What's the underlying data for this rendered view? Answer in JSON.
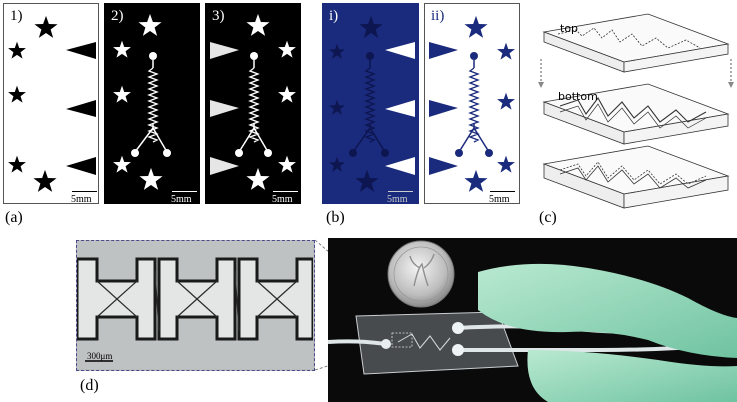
{
  "panel_a": {
    "label": "(a)",
    "sublabels": [
      "1)",
      "2)",
      "3)"
    ],
    "scale_text": "5mm"
  },
  "panel_b": {
    "label": "(b)",
    "sublabels": [
      "i)",
      "ii)"
    ],
    "scale_text": "5mm",
    "color_navy": "#1a2a7c"
  },
  "panel_c": {
    "label": "(c)",
    "layers": [
      "top",
      "bottom"
    ]
  },
  "panel_d": {
    "label": "(d)",
    "scale_text": "300μm"
  }
}
